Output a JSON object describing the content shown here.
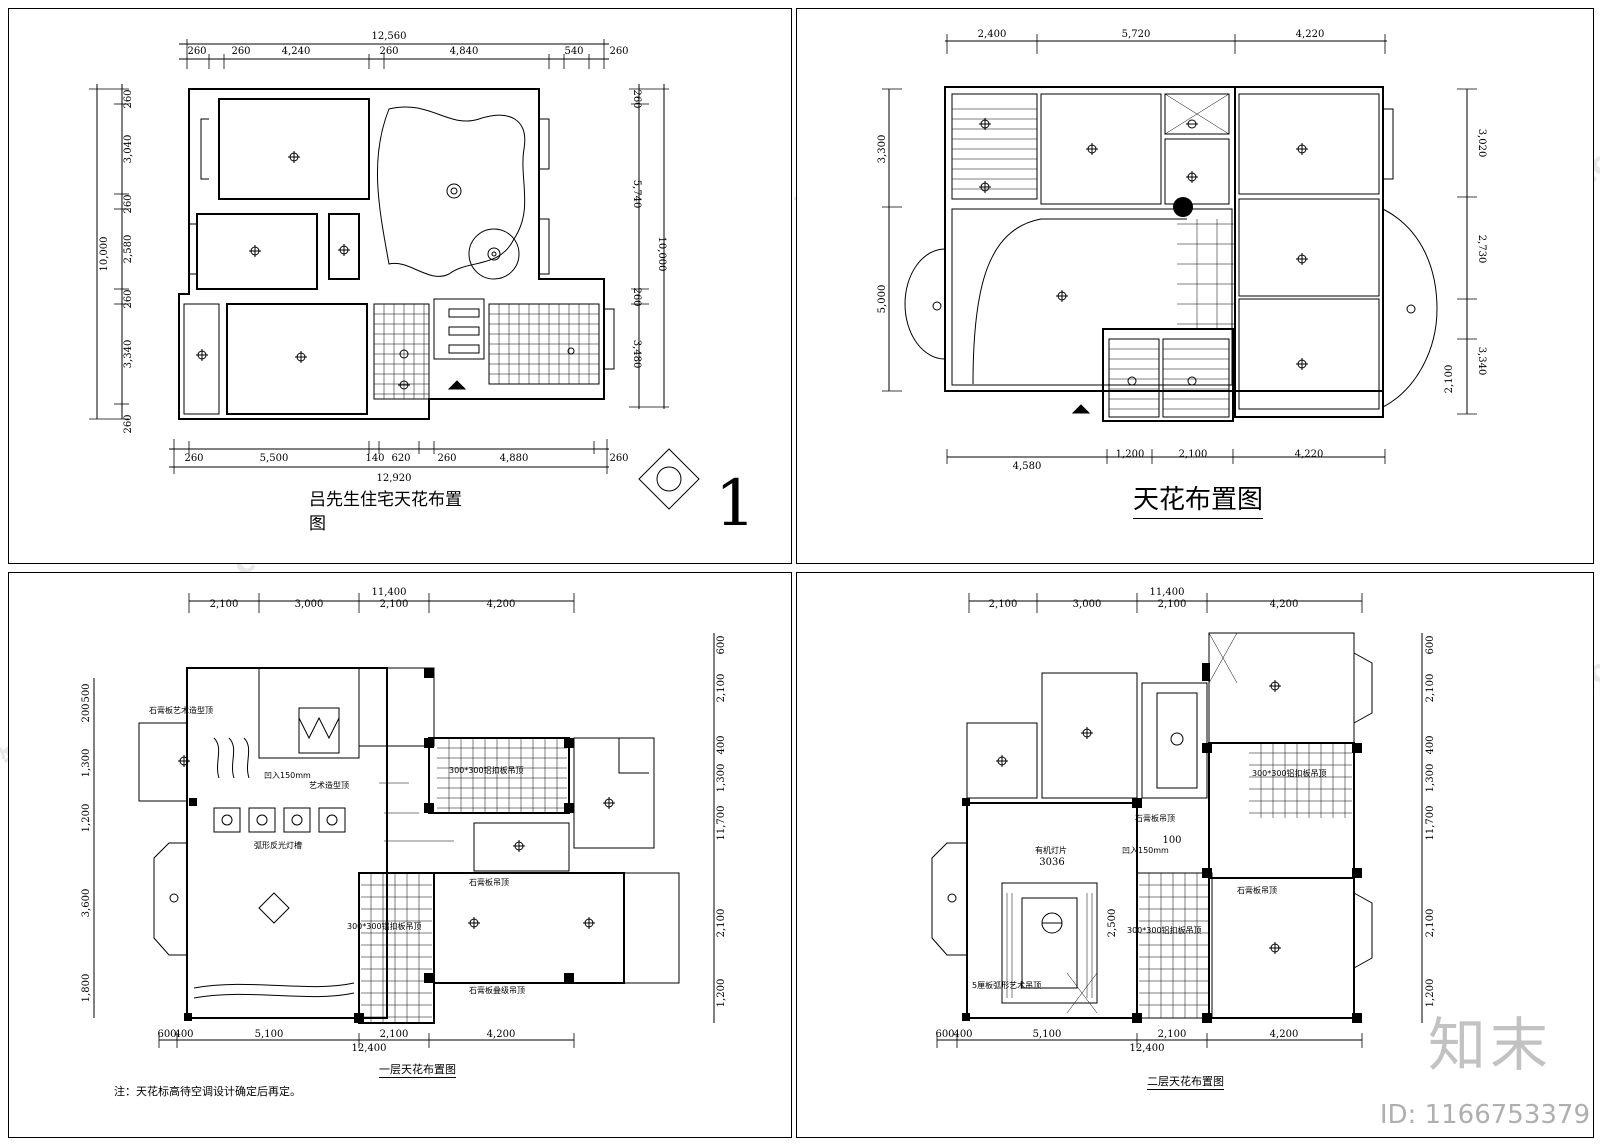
{
  "panels": {
    "p1": {
      "title": "吕先生住宅天花布置",
      "title_line2": "图",
      "sheet_number": "1",
      "top_total": "12,560",
      "top_dims": [
        "260",
        "4,240",
        "260",
        "4,840",
        "260",
        "540",
        "260"
      ],
      "bottom_dims": [
        "260",
        "5,500",
        "140",
        "620",
        "260",
        "4,880",
        "260"
      ],
      "bottom_total": "12,920",
      "left_dims": [
        "260",
        "3,040",
        "260",
        "2,580",
        "260",
        "3,340",
        "260"
      ],
      "left_total": "10,000",
      "right_dims": [
        "260",
        "5,740",
        "260",
        "3,480"
      ],
      "right_total": "10,000"
    },
    "p2": {
      "title": "天花布置图",
      "top_dims": [
        "2,400",
        "5,720",
        "4,220"
      ],
      "bottom_dims": [
        "4,580",
        "1,200",
        "2,100",
        "4,220"
      ],
      "left_dims": [
        "3,300",
        "5,000"
      ],
      "right_dims": [
        "3,020",
        "2,730",
        "3,340",
        "2,100"
      ]
    },
    "p3": {
      "title": "一层天花布置图",
      "note": "注：天花标高待空调设计确定后再定。",
      "top_total": "11,400",
      "top_dims": [
        "2,100",
        "3,000",
        "2,100",
        "4,200"
      ],
      "bottom_dims": [
        "600",
        "400",
        "5,100",
        "2,100",
        "4,200"
      ],
      "bottom_total": "12,400",
      "left_dims": [
        "500",
        "200",
        "1,300",
        "1,200",
        "3,600",
        "1,800"
      ],
      "right_dims": [
        "600",
        "2,100",
        "400",
        "1,300",
        "11,700",
        "2,100",
        "1,200"
      ],
      "labels": [
        "石膏板艺术造型顶",
        "凹入150mm",
        "艺术造型顶",
        "弧形反光灯槽",
        "300*300铝扣板吊顶",
        "石膏板吊顶",
        "石膏板叠级吊顶",
        "300*300铝扣板吊顶"
      ]
    },
    "p4": {
      "title": "二层天花布置图",
      "top_total": "11,400",
      "top_dims": [
        "2,100",
        "3,000",
        "2,100",
        "4,200"
      ],
      "bottom_dims": [
        "600",
        "400",
        "5,100",
        "2,100",
        "4,200"
      ],
      "bottom_total": "12,400",
      "left_dims": [
        "100",
        "3036",
        "2,500"
      ],
      "right_dims": [
        "600",
        "2,100",
        "400",
        "1,300",
        "11,700",
        "2,100",
        "1,200"
      ],
      "labels": [
        "300*300铝扣板吊顶",
        "石膏板吊顶",
        "有机灯片",
        "凹入150mm",
        "石膏板吊顶",
        "300*300铝扣板吊顶",
        "5厘板弧形艺术吊顶"
      ]
    }
  },
  "watermark_text": "知末网www.znzmo.com",
  "brand": "知末",
  "id_label": "ID: 1166753379"
}
